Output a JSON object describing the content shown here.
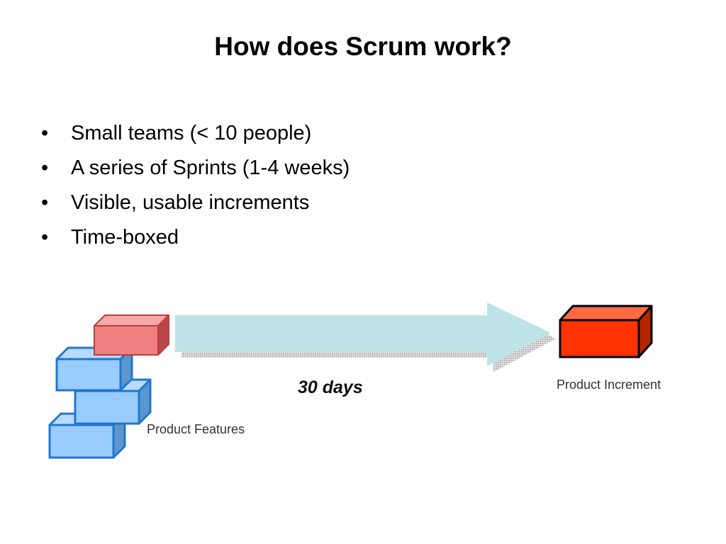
{
  "slide": {
    "title": "How does Scrum work?",
    "bullets": [
      "Small teams (< 10 people)",
      "A series of Sprints (1-4 weeks)",
      "Visible, usable increments",
      "Time-boxed"
    ],
    "bullet_glyph": "•"
  },
  "diagram": {
    "duration_label": "30 days",
    "features_label": "Product Features",
    "increment_label": "Product Increment",
    "colors": {
      "feature_block": "#99ccff",
      "feature_block_edge": "#2277cc",
      "top_block": "#f08080",
      "arrow": "#bde3e6",
      "increment_block": "#ff3300"
    }
  }
}
